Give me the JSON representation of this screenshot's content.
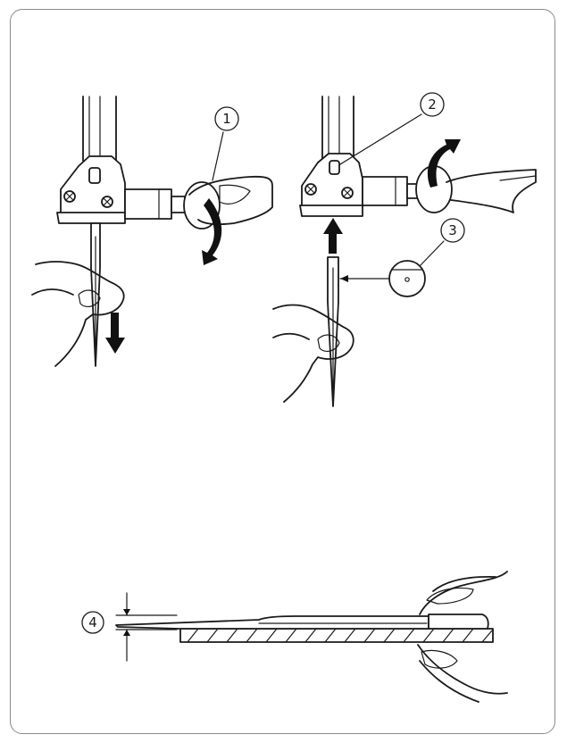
{
  "callouts": {
    "c1": "1",
    "c2": "2",
    "c3": "3",
    "c4": "4"
  },
  "colors": {
    "line": "#1a1a1a",
    "frame": "#8a8a8a",
    "background": "#ffffff"
  }
}
